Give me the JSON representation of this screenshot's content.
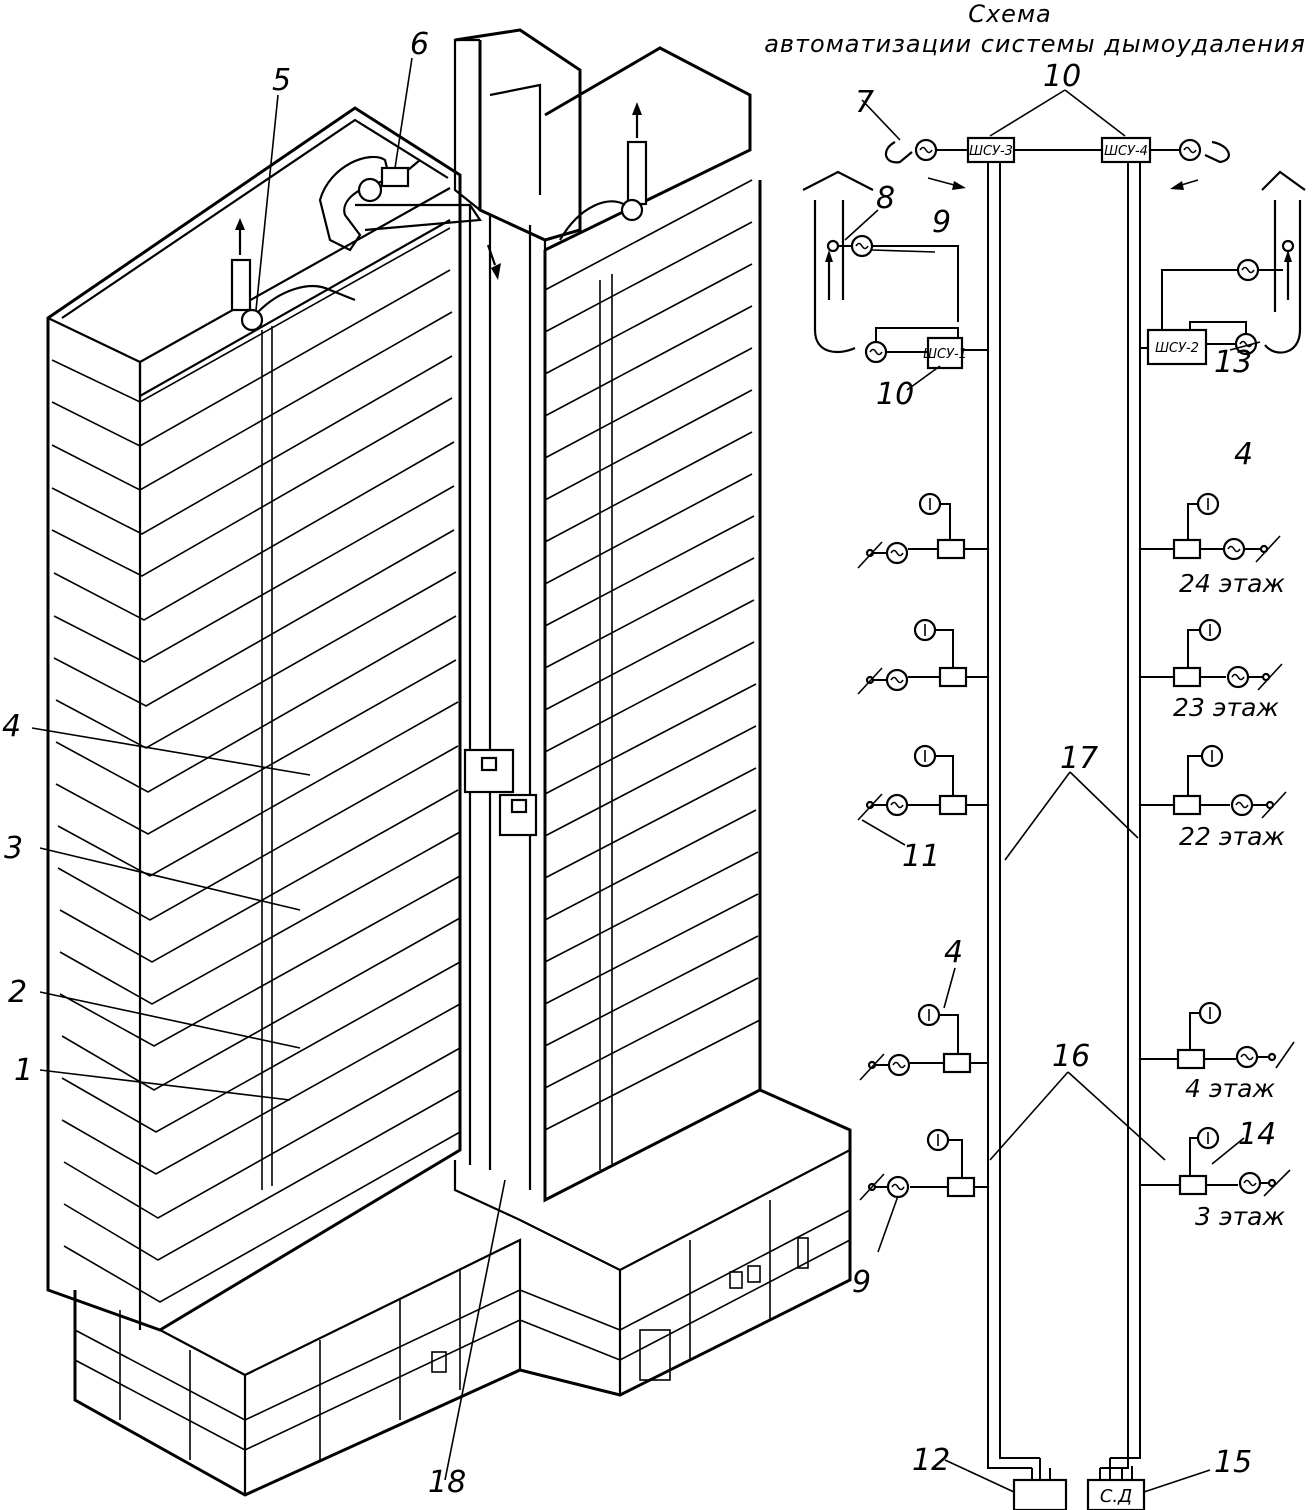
{
  "diagram": {
    "title_line1": "Схема",
    "title_line2": "автоматизации системы дымоудаления",
    "controllers": {
      "shsu1": "ШСУ-1",
      "shsu2": "ШСУ-2",
      "shsu3": "ШСУ-3",
      "shsu4": "ШСУ-4",
      "sd": "С.Д"
    },
    "floors": [
      "24 этаж",
      "23 этаж",
      "22 этаж",
      "4 этаж",
      "3 этаж"
    ],
    "callouts": {
      "n1": "1",
      "n2": "2",
      "n3": "3",
      "n4_left": "4",
      "n4_right": "4",
      "n4_mid": "4",
      "n5": "5",
      "n6": "6",
      "n7": "7",
      "n8": "8",
      "n9_top": "9",
      "n9_bottom": "9",
      "n10_top": "10",
      "n10_left": "10",
      "n11": "11",
      "n12": "12",
      "n13": "13",
      "n14": "14",
      "n15": "15",
      "n16": "16",
      "n17": "17",
      "n18": "18"
    }
  }
}
